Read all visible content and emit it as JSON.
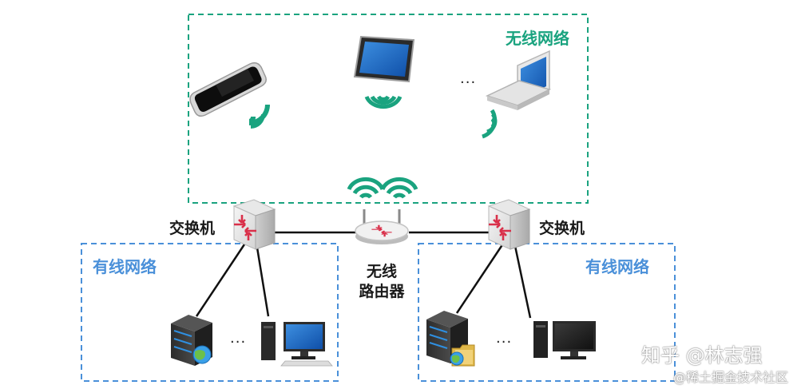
{
  "wireless_zone": {
    "title": "无线网络",
    "color": "#1aa37f"
  },
  "wired_zone_left": {
    "title": "有线网络",
    "color": "#4a90d9"
  },
  "wired_zone_right": {
    "title": "有线网络",
    "color": "#4a90d9"
  },
  "switch_left": {
    "label": "交换机"
  },
  "switch_right": {
    "label": "交换机"
  },
  "router": {
    "label_line1": "无线",
    "label_line2": "路由器"
  },
  "ellipsis": "...",
  "watermark": {
    "zhihu": "知乎 @林志强",
    "juejin": "@稀土掘金技术社区"
  },
  "icons": [
    "smartphone-icon",
    "tablet-icon",
    "laptop-icon",
    "wifi-signal-icon",
    "switch-icon",
    "wireless-router-icon",
    "server-icon",
    "desktop-computer-icon",
    "globe-icon",
    "folder-icon"
  ]
}
